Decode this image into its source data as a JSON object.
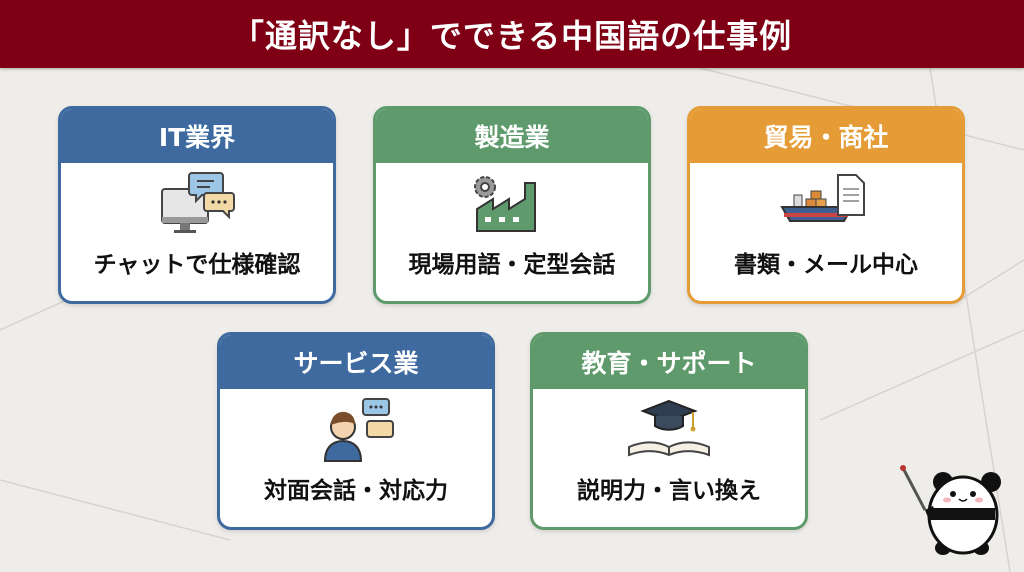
{
  "title": "「通訳なし」でできる中国語の仕事例",
  "cards": [
    {
      "header": "IT業界",
      "label": "チャットで仕様確認",
      "icon": "computer-chat-icon",
      "color": "#3e6a9f"
    },
    {
      "header": "製造業",
      "label": "現場用語・定型会話",
      "icon": "factory-gear-icon",
      "color": "#5e9a6b"
    },
    {
      "header": "貿易・商社",
      "label": "書類・メール中心",
      "icon": "cargo-ship-document-icon",
      "color": "#e69c36"
    },
    {
      "header": "サービス業",
      "label": "対面会話・対応力",
      "icon": "person-chat-icon",
      "color": "#3e6a9f"
    },
    {
      "header": "教育・サポート",
      "label": "説明力・言い換え",
      "icon": "graduation-book-icon",
      "color": "#5e9a6b"
    }
  ]
}
